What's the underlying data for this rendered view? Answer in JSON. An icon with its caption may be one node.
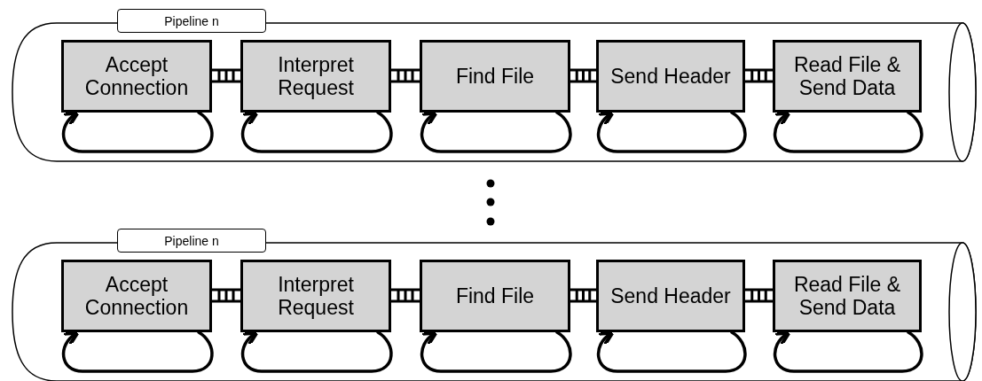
{
  "diagram": {
    "nodes": [
      {
        "text": [
          "Pipeline n"
        ]
      },
      {
        "text": [
          "Accept Connection"
        ],
        "in": 0
      },
      {
        "text": [
          "Interpret Request"
        ],
        "in": 0
      },
      {
        "text": [
          "Find File"
        ],
        "in": 0
      },
      {
        "text": [
          "Send Header"
        ],
        "in": 0
      },
      {
        "text": [
          "Read File & Send Data"
        ],
        "in": 0
      },
      {
        "text": [
          "Pipeline n"
        ]
      },
      {
        "text": [
          "Accept Connection"
        ],
        "in": 6
      },
      {
        "text": [
          "Interpret Request"
        ],
        "in": 6
      },
      {
        "text": [
          "Find File"
        ],
        "in": 6
      },
      {
        "text": [
          "Send Header"
        ],
        "in": 6
      },
      {
        "text": [
          "Read File & Send Data"
        ],
        "in": 6
      }
    ],
    "edges": [
      {
        "from": 1,
        "to": 2,
        "arrow": "none"
      },
      {
        "from": 2,
        "to": 3,
        "arrow": "none"
      },
      {
        "from": 3,
        "to": 4,
        "arrow": "none"
      },
      {
        "from": 4,
        "to": 5,
        "arrow": "none"
      },
      {
        "from": 1,
        "to": 1,
        "arrow": "to"
      },
      {
        "from": 2,
        "to": 2,
        "arrow": "to"
      },
      {
        "from": 3,
        "to": 3,
        "arrow": "to"
      },
      {
        "from": 4,
        "to": 4,
        "arrow": "to"
      },
      {
        "from": 5,
        "to": 5,
        "arrow": "to"
      },
      {
        "from": 7,
        "to": 8,
        "arrow": "none"
      },
      {
        "from": 8,
        "to": 9,
        "arrow": "none"
      },
      {
        "from": 9,
        "to": 10,
        "arrow": "none"
      },
      {
        "from": 10,
        "to": 11,
        "arrow": "none"
      },
      {
        "from": 7,
        "to": 7,
        "arrow": "to"
      },
      {
        "from": 8,
        "to": 8,
        "arrow": "to"
      },
      {
        "from": 9,
        "to": 9,
        "arrow": "to"
      },
      {
        "from": 10,
        "to": 10,
        "arrow": "to"
      },
      {
        "from": 11,
        "to": 11,
        "arrow": "to"
      }
    ]
  }
}
